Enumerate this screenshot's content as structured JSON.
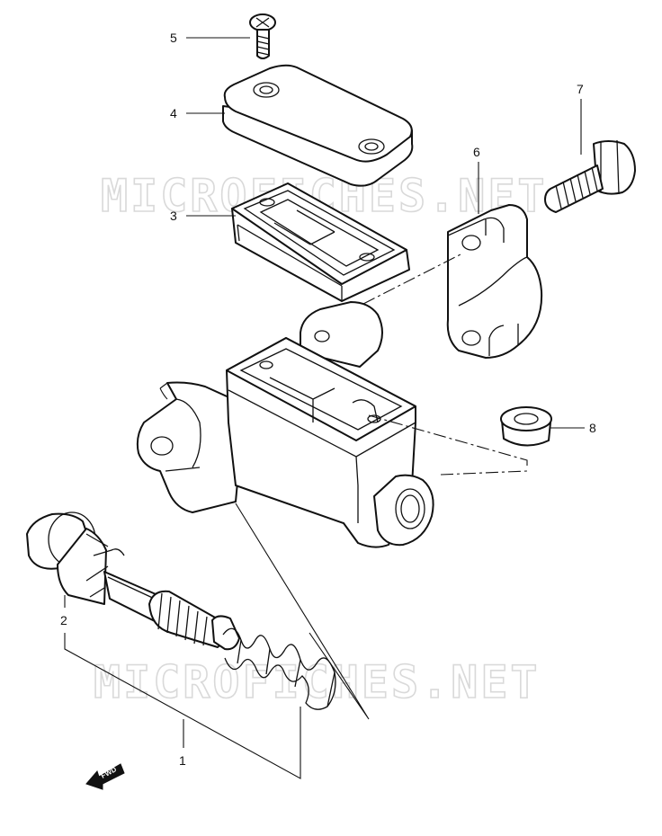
{
  "watermarks": [
    "MICROFICHES.NET",
    "MICROFICHES.NET"
  ],
  "callouts": [
    {
      "id": "1",
      "label": "1"
    },
    {
      "id": "2",
      "label": "2"
    },
    {
      "id": "3",
      "label": "3"
    },
    {
      "id": "4",
      "label": "4"
    },
    {
      "id": "5",
      "label": "5"
    },
    {
      "id": "6",
      "label": "6"
    },
    {
      "id": "7",
      "label": "7"
    },
    {
      "id": "8",
      "label": "8"
    }
  ],
  "fwd_arrow": {
    "label": "FWD"
  }
}
